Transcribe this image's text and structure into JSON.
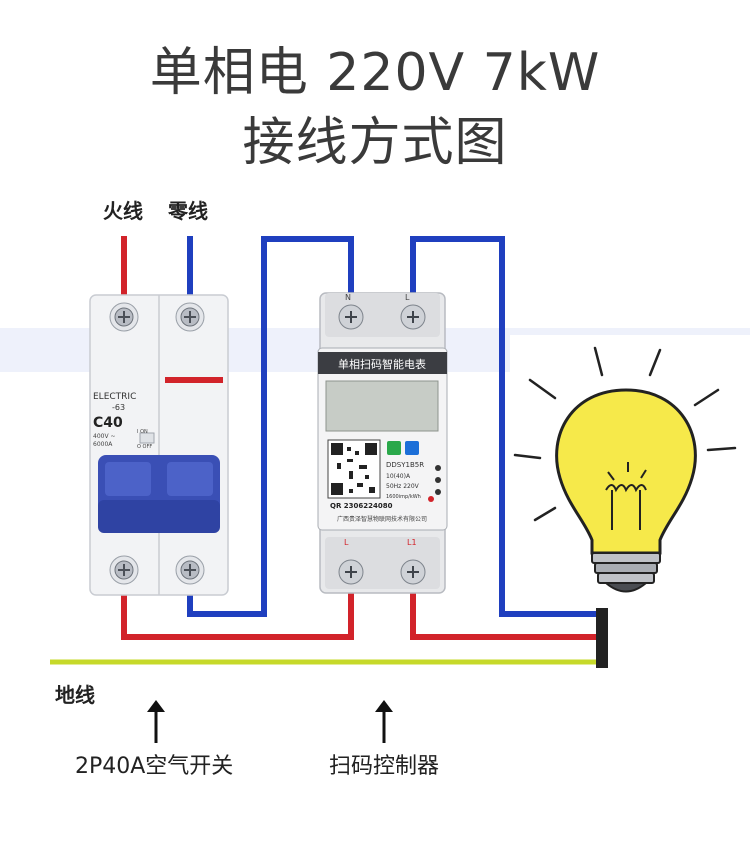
{
  "title": {
    "line1": "单相电 220V 7kW",
    "line2": "接线方式图"
  },
  "wire_labels": {
    "live": "火线",
    "neutral": "零线",
    "earth": "地线"
  },
  "breaker": {
    "brand": "ELECTRIC",
    "model": "-63",
    "rating": "C40",
    "spec1": "400V ~",
    "spec2": "6000A",
    "on": "I ON",
    "off": "O OFF",
    "caption": "2P40A空气开关"
  },
  "meter": {
    "header": "单相扫码智能电表",
    "model": "DDSY1B5R",
    "rating": "10(40)A",
    "voltage": "50Hz 220V",
    "imp": "1600imp/kWh",
    "serial": "QR 2306224080",
    "maker": "广西贵泽智慧物联网技术有限公司",
    "term_n_top": "N",
    "term_l_top": "L",
    "term_l_bottom": "L",
    "term_l1_bottom": "L1",
    "caption": "扫码控制器"
  },
  "colors": {
    "live": "#d2232a",
    "neutral": "#1f3fbf",
    "earth": "#c6d92a",
    "bulb": "#f6e94a"
  },
  "icons": [
    "arrow-up-icon",
    "arrow-up-icon",
    "light-bulb-icon",
    "wechat-icon",
    "alipay-icon"
  ]
}
